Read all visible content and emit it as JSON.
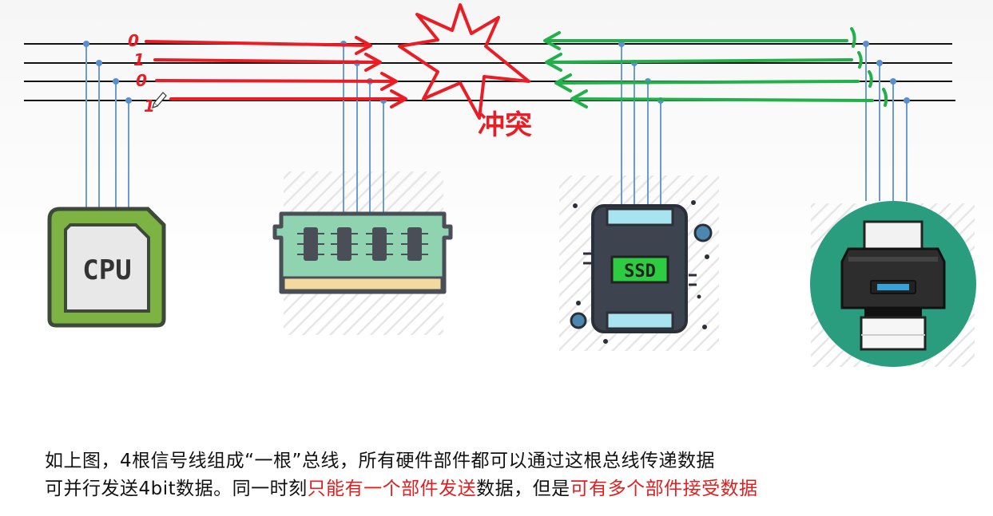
{
  "annotations": {
    "bits": [
      "0",
      "1",
      "0",
      "1"
    ],
    "conflict_label": "冲突"
  },
  "devices": {
    "cpu_label": "CPU",
    "ssd_label": "SSD"
  },
  "caption": {
    "line1": "如上图，4根信号线组成“一根”总线，所有硬件部件都可以通过这根总线传递数据",
    "line2_part1": "可并行发送4bit数据。同一时刻",
    "line2_part2_red": "只能有一个部件发送",
    "line2_part3": "数据，但是",
    "line2_part4_red": "可有多个部件接受数据"
  },
  "colors": {
    "bus_line": "#111111",
    "tap_line": "#6a9bd1",
    "red_arrow": "#ec1c24",
    "green_arrow": "#22b04b",
    "cpu_green": "#7cb342",
    "ram_green": "#8fd3b0",
    "printer_circle": "#2a9d7f"
  }
}
